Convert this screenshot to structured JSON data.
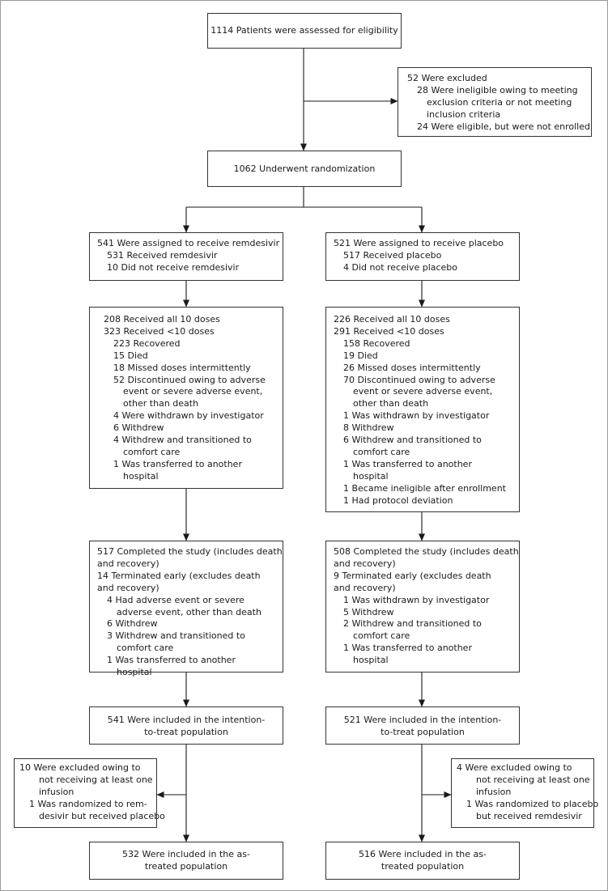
{
  "screening": {
    "assessed": "1114 Patients were assessed for eligibility",
    "excluded": [
      {
        "text": "52 Were excluded",
        "lvl": 0
      },
      {
        "text": "28 Were ineligible owing to meeting",
        "lvl": 1
      },
      {
        "text": "exclusion criteria or not meeting",
        "lvl": 2
      },
      {
        "text": "inclusion criteria",
        "lvl": 2
      },
      {
        "text": "24 Were eligible, but were not enrolled",
        "lvl": 1
      }
    ],
    "randomized": "1062 Underwent randomization"
  },
  "remdesivir": {
    "assigned": [
      {
        "text": "541 Were assigned to receive remdesivir",
        "lvl": 0
      },
      {
        "text": "531 Received remdesivir",
        "lvl": 1
      },
      {
        "text": "10 Did not receive remdesivir",
        "lvl": 1
      }
    ],
    "doses": [
      {
        "text": "208 Received all 10 doses",
        "lvl": 0
      },
      {
        "text": "323 Received <10 doses",
        "lvl": 0
      },
      {
        "text": "223 Recovered",
        "lvl": 1
      },
      {
        "text": "15 Died",
        "lvl": 1
      },
      {
        "text": "18 Missed doses intermittently",
        "lvl": 1
      },
      {
        "text": "52 Discontinued owing to adverse",
        "lvl": 1
      },
      {
        "text": "event or severe adverse event,",
        "lvl": 2
      },
      {
        "text": "other than death",
        "lvl": 2
      },
      {
        "text": "4 Were withdrawn by investigator",
        "lvl": 1
      },
      {
        "text": "6 Withdrew",
        "lvl": 1
      },
      {
        "text": "4 Withdrew and transitioned to",
        "lvl": 1
      },
      {
        "text": "comfort care",
        "lvl": 2
      },
      {
        "text": "1 Was transferred to another",
        "lvl": 1
      },
      {
        "text": "hospital",
        "lvl": 2
      }
    ],
    "completion": [
      {
        "text": "517 Completed the study (includes death",
        "lvl": 0
      },
      {
        "text": "and recovery)",
        "lvl": 0
      },
      {
        "text": "14 Terminated early (excludes death",
        "lvl": 0
      },
      {
        "text": "and recovery)",
        "lvl": 0
      },
      {
        "text": "4 Had adverse event or severe",
        "lvl": 1
      },
      {
        "text": "adverse event, other than death",
        "lvl": 2
      },
      {
        "text": "6 Withdrew",
        "lvl": 1
      },
      {
        "text": "3 Withdrew and transitioned to",
        "lvl": 1
      },
      {
        "text": "comfort care",
        "lvl": 2
      },
      {
        "text": "1 Was transferred to another",
        "lvl": 1
      },
      {
        "text": "hospital",
        "lvl": 2
      }
    ],
    "itt": "541 Were included in the intention-to-treat population",
    "excluded": [
      {
        "text": "10 Were excluded owing to",
        "lvl": 0
      },
      {
        "text": "not receiving at least one",
        "lvl": 2
      },
      {
        "text": "infusion",
        "lvl": 2
      },
      {
        "text": "1 Was randomized to rem-",
        "lvl": 1
      },
      {
        "text": "desivir but received placebo",
        "lvl": 2
      }
    ],
    "as_treated": "532 Were included in the as-treated population"
  },
  "placebo": {
    "assigned": [
      {
        "text": "521 Were assigned to receive placebo",
        "lvl": 0
      },
      {
        "text": "517 Received placebo",
        "lvl": 1
      },
      {
        "text": "4 Did not receive placebo",
        "lvl": 1
      }
    ],
    "doses": [
      {
        "text": "226 Received all 10 doses",
        "lvl": 0
      },
      {
        "text": "291 Received <10 doses",
        "lvl": 0
      },
      {
        "text": "158 Recovered",
        "lvl": 1
      },
      {
        "text": "19 Died",
        "lvl": 1
      },
      {
        "text": "26 Missed doses intermittently",
        "lvl": 1
      },
      {
        "text": "70 Discontinued owing to adverse",
        "lvl": 1
      },
      {
        "text": "event or severe adverse event,",
        "lvl": 2
      },
      {
        "text": "other than death",
        "lvl": 2
      },
      {
        "text": "1 Was withdrawn by investigator",
        "lvl": 1
      },
      {
        "text": "8 Withdrew",
        "lvl": 1
      },
      {
        "text": "6 Withdrew and transitioned to",
        "lvl": 1
      },
      {
        "text": "comfort care",
        "lvl": 2
      },
      {
        "text": "1 Was transferred to another",
        "lvl": 1
      },
      {
        "text": "hospital",
        "lvl": 2
      },
      {
        "text": "1 Became ineligible after enrollment",
        "lvl": 1
      },
      {
        "text": "1 Had protocol deviation",
        "lvl": 1
      }
    ],
    "completion": [
      {
        "text": "508 Completed the study (includes death",
        "lvl": 0
      },
      {
        "text": "and recovery)",
        "lvl": 0
      },
      {
        "text": "9 Terminated early (excludes death",
        "lvl": 0
      },
      {
        "text": "and recovery)",
        "lvl": 0
      },
      {
        "text": "1 Was withdrawn by investigator",
        "lvl": 1
      },
      {
        "text": "5 Withdrew",
        "lvl": 1
      },
      {
        "text": "2 Withdrew and transitioned to",
        "lvl": 1
      },
      {
        "text": "comfort care",
        "lvl": 2
      },
      {
        "text": "1 Was transferred to another",
        "lvl": 1
      },
      {
        "text": "hospital",
        "lvl": 2
      }
    ],
    "itt": "521 Were included in the intention-to-treat population",
    "excluded": [
      {
        "text": "4 Were excluded owing to",
        "lvl": 0
      },
      {
        "text": "not receiving at least one",
        "lvl": 2
      },
      {
        "text": "infusion",
        "lvl": 2
      },
      {
        "text": "1 Was randomized to placebo",
        "lvl": 1
      },
      {
        "text": "but received remdesivir",
        "lvl": 2
      }
    ],
    "as_treated": "516 Were included in the as-treated population"
  }
}
